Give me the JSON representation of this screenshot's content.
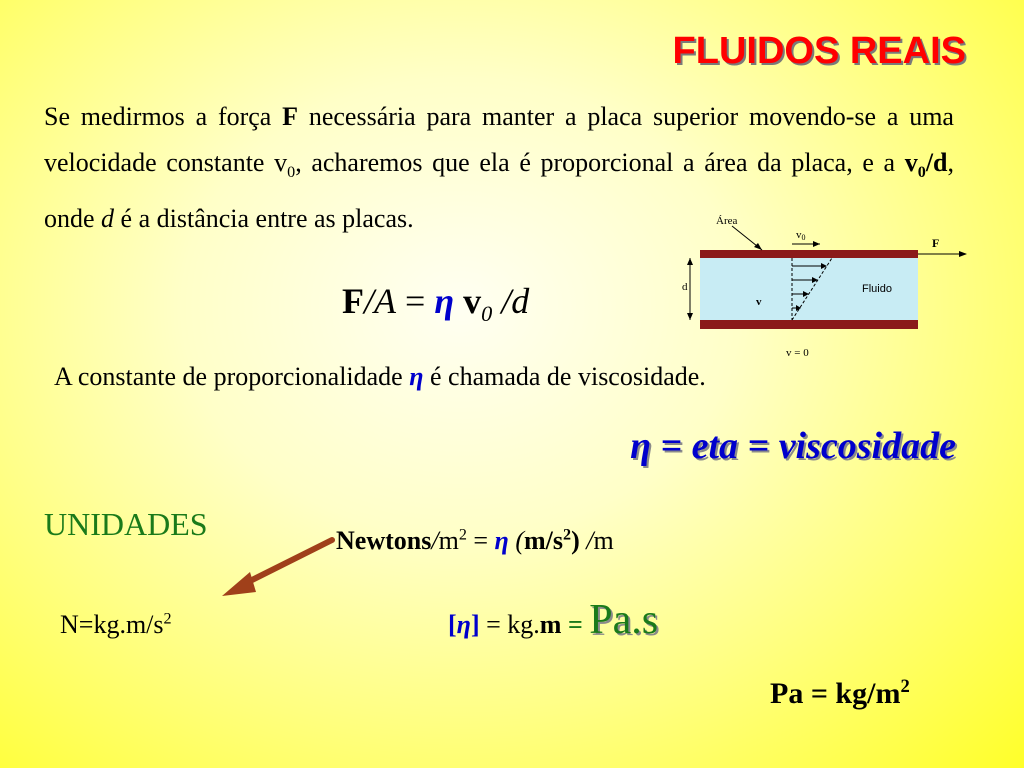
{
  "title": "FLUIDOS REAIS",
  "paragraph": {
    "t1": "Se medirmos a força ",
    "F": "F",
    "t2": " necessária para manter a placa superior movendo-se  a uma velocidade constante v",
    "sub0": "0",
    "t3": ", acharemos que ela é proporcional a área da placa, e a ",
    "v0d_v": "v",
    "v0d_sub": "0",
    "v0d_d": "/d",
    "t4": ", onde ",
    "d": "d",
    "t5": " é a distância entre as placas."
  },
  "formula": {
    "F": "F",
    "slashA": "/A",
    "eq": " = ",
    "eta": "η",
    "v": " v",
    "sub0": "0",
    "slashd": " /d"
  },
  "constant_line": {
    "before": "A constante de proporcionalidade  ",
    "eta": "η",
    "after": " é chamada de viscosidade."
  },
  "eta_definition": "η = eta = viscosidade",
  "units_heading": "UNIDADES",
  "newtons_line": {
    "newtons": "Newtons",
    "slash": "/",
    "m": "m",
    "sup2": "2",
    "eq": " = ",
    "eta": "η",
    "open": " (",
    "ms": "m/s",
    "sup2b": "2",
    "close": ")",
    "slashm": " /",
    "m2": "m"
  },
  "n_definition": {
    "text": "N=kg.m/s",
    "sup": "2"
  },
  "eta_units": {
    "lb": "[",
    "eta": "η",
    "rb": "]",
    "eq": " = kg.",
    "m": "m",
    "eq2": "  = ",
    "pas": "Pa.s"
  },
  "pa_definition": {
    "text": "Pa = kg/m",
    "sup": "2"
  },
  "diagram": {
    "area_label": "Área",
    "v0_label": "v",
    "v0_sub": "0",
    "F_label": "F",
    "d_label": "d",
    "v_label": "v",
    "fluid_label": "Fluido",
    "v_zero_label": "v = 0",
    "plate_color": "#8b1a1a",
    "fluid_color": "#c8ecf4"
  },
  "colors": {
    "title": "#ff0000",
    "eta": "#0000cc",
    "green": "#1a7a1a",
    "arrow": "#a0401a"
  }
}
